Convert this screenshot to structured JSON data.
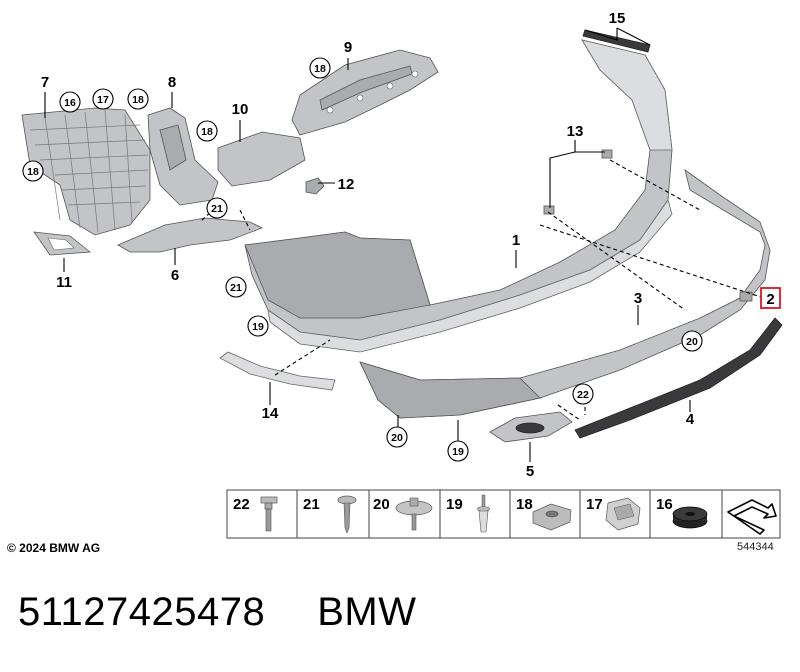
{
  "callouts": [
    {
      "num": "15"
    },
    {
      "num": "9"
    },
    {
      "num": "7"
    },
    {
      "num": "8"
    },
    {
      "num": "10"
    },
    {
      "num": "13"
    },
    {
      "num": "12"
    },
    {
      "num": "1"
    },
    {
      "num": "11"
    },
    {
      "num": "6"
    },
    {
      "num": "3"
    },
    {
      "num": "14"
    },
    {
      "num": "4"
    },
    {
      "num": "5"
    }
  ],
  "circled": [
    {
      "num": "18"
    },
    {
      "num": "16"
    },
    {
      "num": "17"
    },
    {
      "num": "18"
    },
    {
      "num": "18"
    },
    {
      "num": "18"
    },
    {
      "num": "21"
    },
    {
      "num": "21"
    },
    {
      "num": "19"
    },
    {
      "num": "20"
    },
    {
      "num": "22"
    },
    {
      "num": "20"
    },
    {
      "num": "19"
    }
  ],
  "highlighted": {
    "num": "2",
    "color": "#e0141e"
  },
  "fasteners": [
    {
      "num": "22"
    },
    {
      "num": "21"
    },
    {
      "num": "20"
    },
    {
      "num": "19"
    },
    {
      "num": "18"
    },
    {
      "num": "17"
    },
    {
      "num": "16"
    }
  ],
  "copyright": "© 2024 BMW AG",
  "diagram_id": "544344",
  "footer": {
    "part_number": "51127425478",
    "brand": "BMW"
  }
}
